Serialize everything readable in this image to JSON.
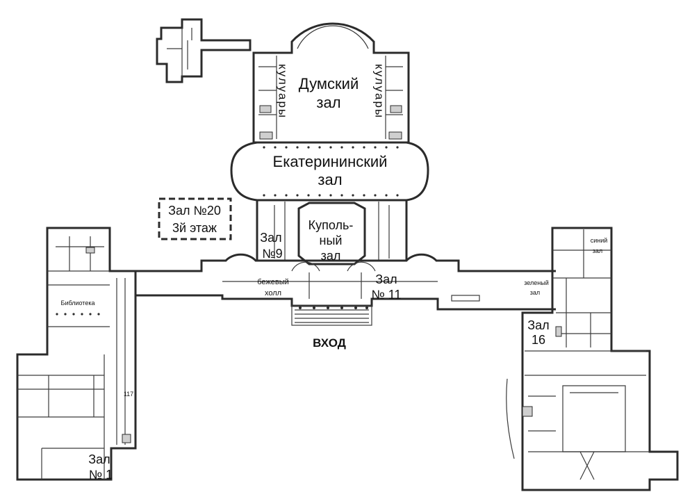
{
  "labels": {
    "duma_hall_1": "Думский",
    "duma_hall_2": "зал",
    "corridor_left": "кулуары",
    "corridor_right": "кулуары",
    "catherine_hall_1": "Екатерининский",
    "catherine_hall_2": "зал",
    "hall20_1": "Зал №20",
    "hall20_2": "3й этаж",
    "dome_hall_1": "Куполь-",
    "dome_hall_2": "ный",
    "dome_hall_3": "зал",
    "hall9_1": "Зал",
    "hall9_2": "№9",
    "beige_hall_1": "бежевый",
    "beige_hall_2": "холл",
    "hall11_1": "Зал",
    "hall11_2": "№ 11",
    "green_hall_1": "зеленый",
    "green_hall_2": "зал",
    "blue_hall_1": "синий",
    "blue_hall_2": "зал",
    "hall16_1": "Зал",
    "hall16_2": "16",
    "library": "Библиотека",
    "room117": "117",
    "hall1_1": "Зал",
    "hall1_2": "№ 1",
    "entrance": "ВХОД"
  }
}
